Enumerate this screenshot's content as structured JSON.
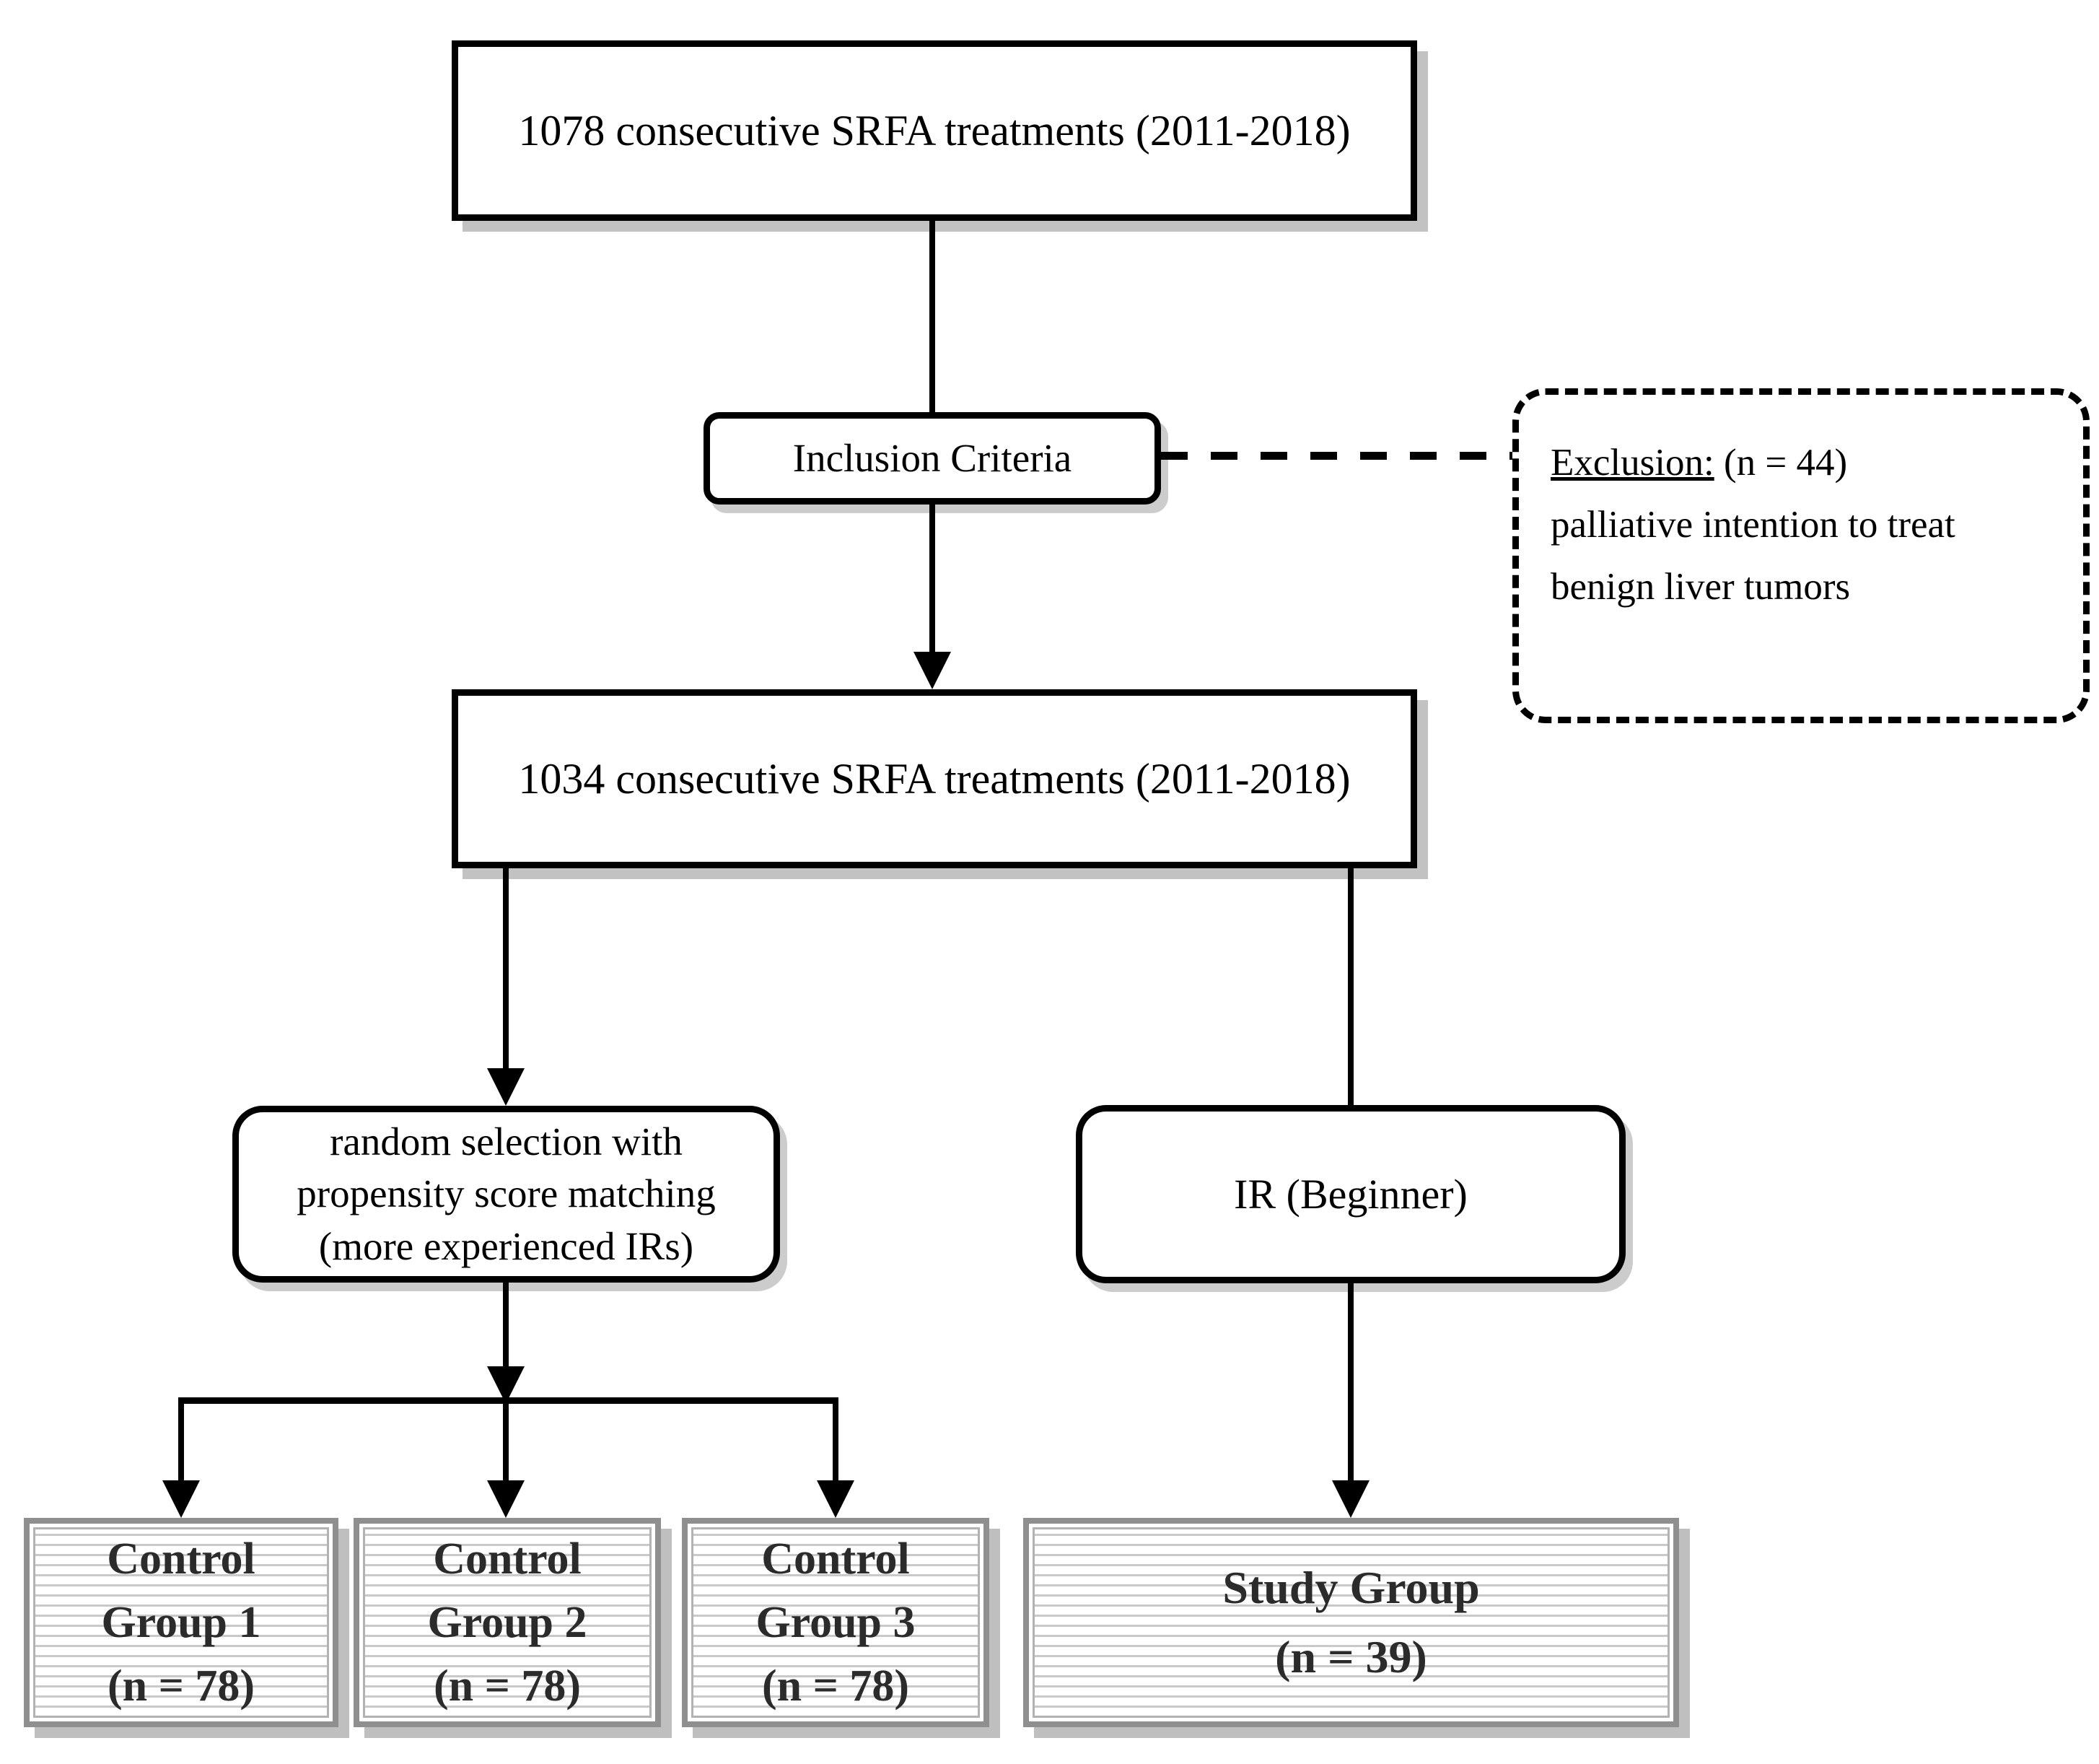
{
  "diagram": {
    "nodes": {
      "top_cohort": {
        "label": "1078 consecutive SRFA treatments (2011-2018)"
      },
      "inclusion": {
        "label": "Inclusion Criteria"
      },
      "exclusion": {
        "title": "Exclusion:",
        "title_rest": " (n = 44)",
        "line2": "palliative intention to treat",
        "line3": "benign liver tumors"
      },
      "filtered_cohort": {
        "label": "1034 consecutive SRFA treatments (2011-2018)"
      },
      "random_selection": {
        "line1": "random selection with",
        "line2": "propensity score matching",
        "line3": "(more experienced IRs)"
      },
      "ir_beginner": {
        "label": "IR (Beginner)"
      },
      "control_group_1": {
        "line1": "Control",
        "line2": "Group 1",
        "line3": "(n = 78)"
      },
      "control_group_2": {
        "line1": "Control",
        "line2": "Group 2",
        "line3": "(n = 78)"
      },
      "control_group_3": {
        "line1": "Control",
        "line2": "Group 3",
        "line3": "(n = 78)"
      },
      "study_group": {
        "line1": "Study Group",
        "line2": "(n = 39)"
      }
    },
    "edges": [
      {
        "from": "top_cohort",
        "to": "inclusion",
        "style": "solid",
        "arrowhead": false
      },
      {
        "from": "inclusion",
        "to": "exclusion",
        "style": "dashed",
        "arrowhead": false
      },
      {
        "from": "inclusion",
        "to": "filtered_cohort",
        "style": "solid",
        "arrowhead": true
      },
      {
        "from": "filtered_cohort",
        "to": "random_selection",
        "style": "solid",
        "arrowhead": true
      },
      {
        "from": "filtered_cohort",
        "to": "ir_beginner",
        "style": "solid",
        "arrowhead": false
      },
      {
        "from": "random_selection",
        "to": "control_group_1",
        "style": "solid",
        "arrowhead": true
      },
      {
        "from": "random_selection",
        "to": "control_group_2",
        "style": "solid",
        "arrowhead": true
      },
      {
        "from": "random_selection",
        "to": "control_group_3",
        "style": "solid",
        "arrowhead": true
      },
      {
        "from": "ir_beginner",
        "to": "study_group",
        "style": "solid",
        "arrowhead": true
      }
    ],
    "colors": {
      "stroke": "#000000",
      "background": "#ffffff",
      "box_shadow": "#c2c2c2",
      "shaded_border": "#8f8f8f",
      "shaded_stripe": "#c9c9c9",
      "shaded_text": "#2b2b2b"
    }
  }
}
